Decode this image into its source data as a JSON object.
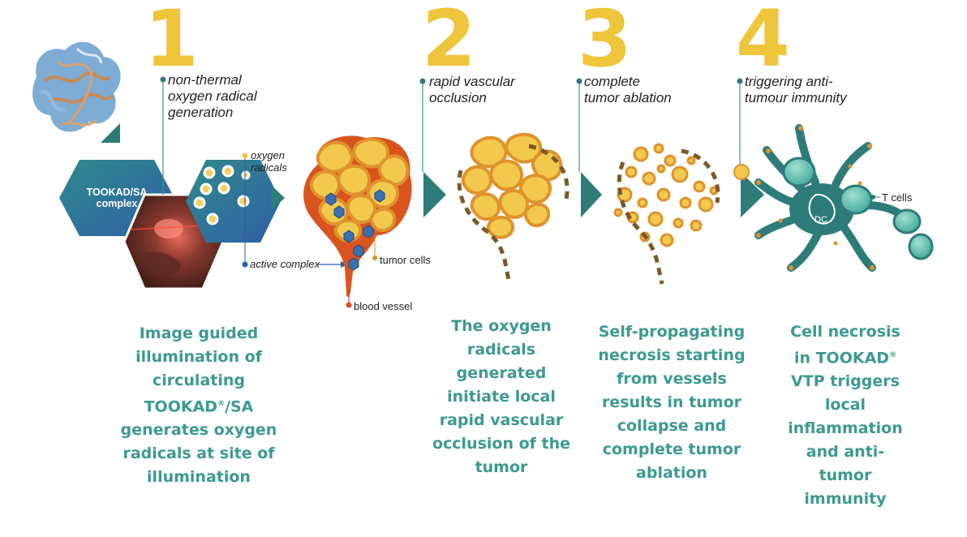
{
  "colors": {
    "teal": "#2E7C7A",
    "teal_text": "#3C9A91",
    "yellow": "#EEC53B",
    "cell_fill": "#F2C94C",
    "cell_border": "#E0922C",
    "vessel": "#D9541E",
    "hex_blue": "#2F6FA7"
  },
  "steps": [
    {
      "number": "1",
      "label": "non-thermal\noxygen radical\ngeneration"
    },
    {
      "number": "2",
      "label": "rapid vascular\nocclusion"
    },
    {
      "number": "3",
      "label": "complete\ntumor ablation"
    },
    {
      "number": "4",
      "label": "triggering anti-\ntumour immunity"
    }
  ],
  "hex_label": "TOOKAD/SA\ncomplex",
  "annotations": {
    "oxygen_radicals": "oxygen\nradicals",
    "active_complex": "active complex",
    "tumor_cells": "tumor cells",
    "blood_vessel": "blood vessel",
    "t_cells": "T cells",
    "dc": "DC"
  },
  "descriptions": {
    "d1_pre": "Image guided\nillumination of\ncirculating\nTOOKAD",
    "d1_sup": "®",
    "d1_post": "/SA\ngenerates oxygen\nradicals at site of\nillumination",
    "d2": "The oxygen\nradicals\ngenerated\ninitiate local\nrapid vascular\nocclusion of the\ntumor",
    "d3": "Self-propagating\nnecrosis starting\nfrom vessels\nresults in tumor\ncollapse and\ncomplete tumor\nablation",
    "d4_pre": "Cell necrosis\nin TOOKAD",
    "d4_sup": "®",
    "d4_post": "\nVTP triggers\nlocal\ninflammation\nand anti-\ntumor\nimmunity"
  }
}
